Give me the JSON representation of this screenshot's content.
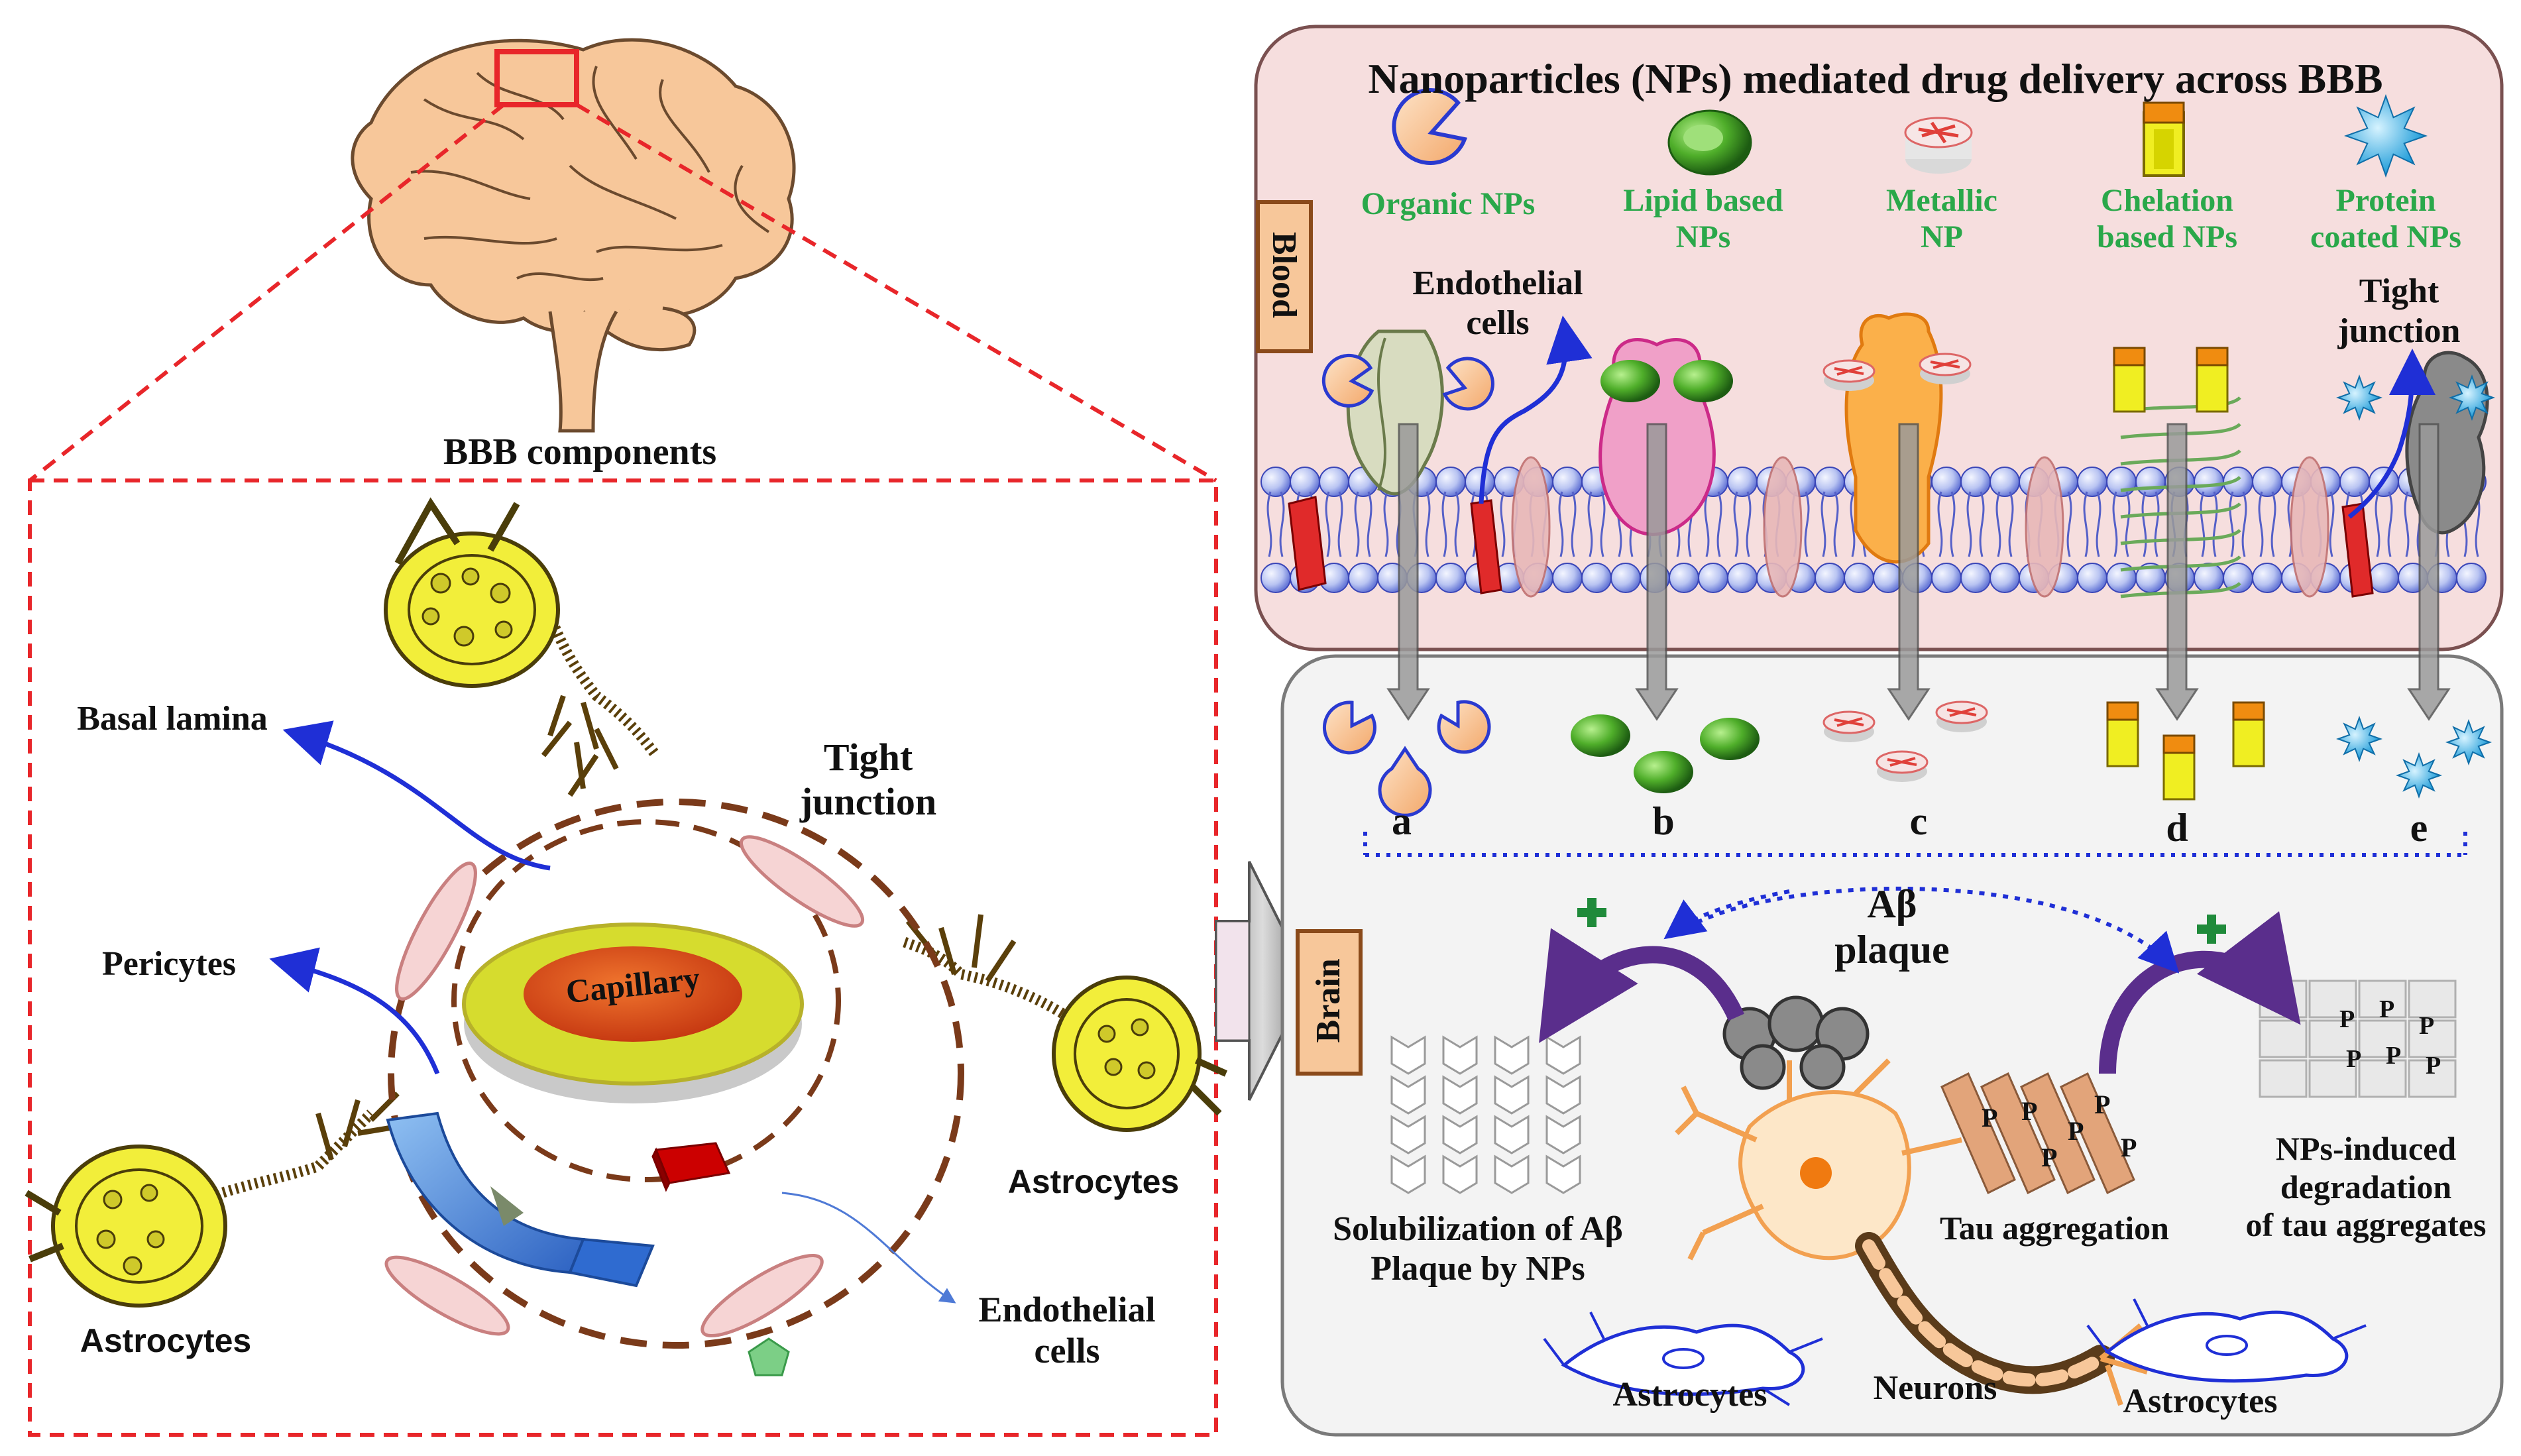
{
  "left": {
    "title": "BBB components",
    "basal_lamina": "Basal lamina",
    "pericytes": "Pericytes",
    "tight_junction": "Tight\njunction",
    "capillary": "Capillary",
    "astrocytes_left": "Astrocytes",
    "astrocytes_right": "Astrocytes",
    "endothelial": "Endothelial\ncells"
  },
  "right": {
    "title": "Nanoparticles (NPs) mediated drug delivery across BBB",
    "blood_tag": "Blood",
    "brain_tag": "Brain",
    "np_types": [
      "Organic NPs",
      "Lipid based\nNPs",
      "Metallic\nNP",
      "Chelation\nbased NPs",
      "Protein\ncoated NPs"
    ],
    "endothelial": "Endothelial\ncells",
    "tight_junction": "Tight\njunction",
    "routes": [
      "a",
      "b",
      "c",
      "d",
      "e"
    ],
    "abeta": "Aβ\nplaque",
    "solubilization": "Solubilization  of Aβ\nPlaque by NPs",
    "tau": "Tau aggregation",
    "degradation": "NPs-induced\ndegradation\nof tau aggregates",
    "neurons": "Neurons",
    "astrocytes_a": "Astrocytes",
    "astrocytes_b": "Astrocytes",
    "tau_mark": "P"
  },
  "colors": {
    "dash_red": "#e8262a",
    "blood_panel": "#f6dede",
    "brain_panel": "#f3f3f3",
    "label_green": "#2aa84a",
    "arrow_blue": "#1f2fd6",
    "arrow_purple": "#6a3a9a",
    "astro_yellow": "#f2ee3a",
    "brain_tan": "#f7c79a"
  }
}
